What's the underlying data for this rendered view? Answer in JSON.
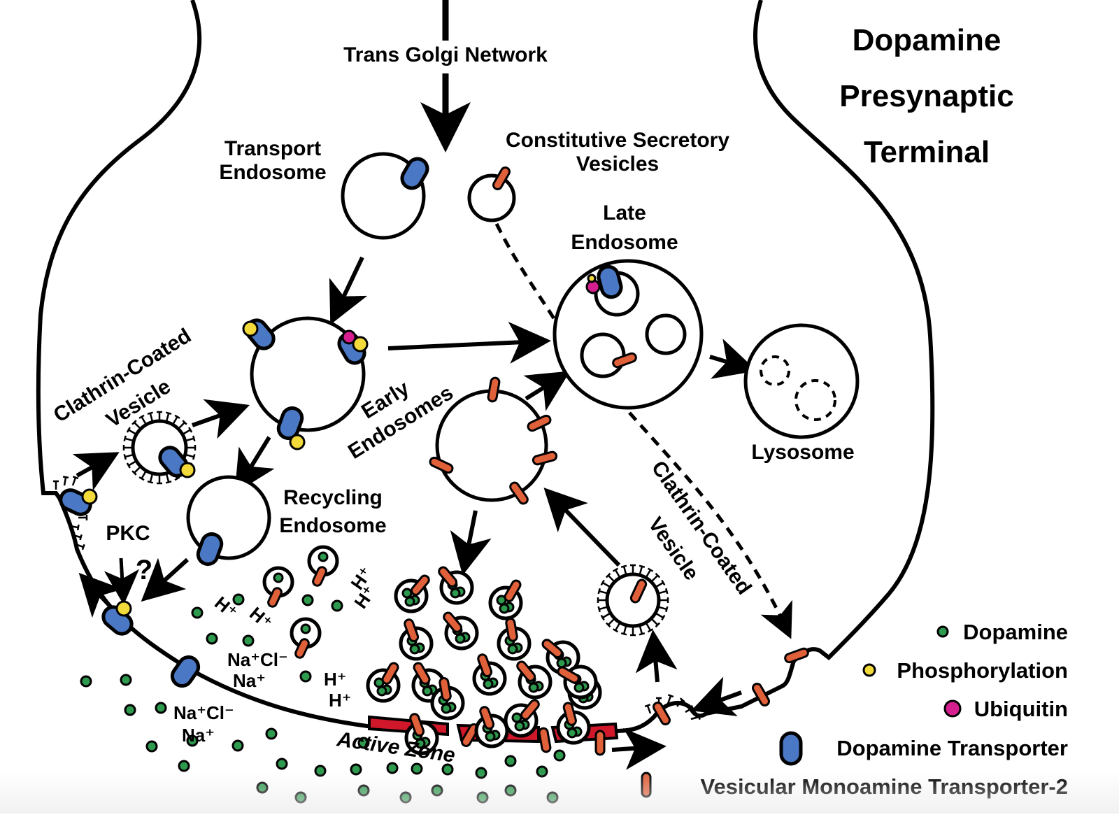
{
  "title": [
    "Dopamine",
    "Presynaptic",
    "Terminal"
  ],
  "labels": {
    "trans_golgi": "Trans Golgi Network",
    "transport_endosome": [
      "Transport",
      "Endosome"
    ],
    "constitutive_secretory": [
      "Constitutive Secretory",
      "Vesicles"
    ],
    "late_endosome": [
      "Late",
      "Endosome"
    ],
    "lysosome": "Lysosome",
    "clathrin_left": [
      "Clathrin-Coated",
      "Vesicle"
    ],
    "clathrin_right": [
      "Clathrin-Coated",
      "Vesicle"
    ],
    "early_endosomes": [
      "Early",
      "Endosomes"
    ],
    "recycling_endosome": [
      "Recycling",
      "Endosome"
    ],
    "pkc": "PKC",
    "question": "?",
    "active_zone": "Active Zone"
  },
  "ions": {
    "na_cl": "Na⁺Cl⁻",
    "na": "Na⁺",
    "h": "H⁺"
  },
  "legend": [
    {
      "key": "dopamine",
      "label": "Dopamine",
      "color": "#2e9a4e"
    },
    {
      "key": "phosphorylation",
      "label": "Phosphorylation",
      "color": "#f2da3a"
    },
    {
      "key": "ubiquitin",
      "label": "Ubiquitin",
      "color": "#d61f8f"
    },
    {
      "key": "dat",
      "label": "Dopamine Transporter",
      "color": "#4a78c4"
    },
    {
      "key": "vmat2",
      "label": "Vesicular Monoamine Transporter-2",
      "color": "#e0603a"
    }
  ],
  "colors": {
    "dopamine": "#2e9a4e",
    "phosphorylation": "#f2da3a",
    "ubiquitin": "#d61f8f",
    "dat": "#4a78c4",
    "vmat2": "#e0603a",
    "active_zone": "#d0182a",
    "line": "#000000"
  }
}
